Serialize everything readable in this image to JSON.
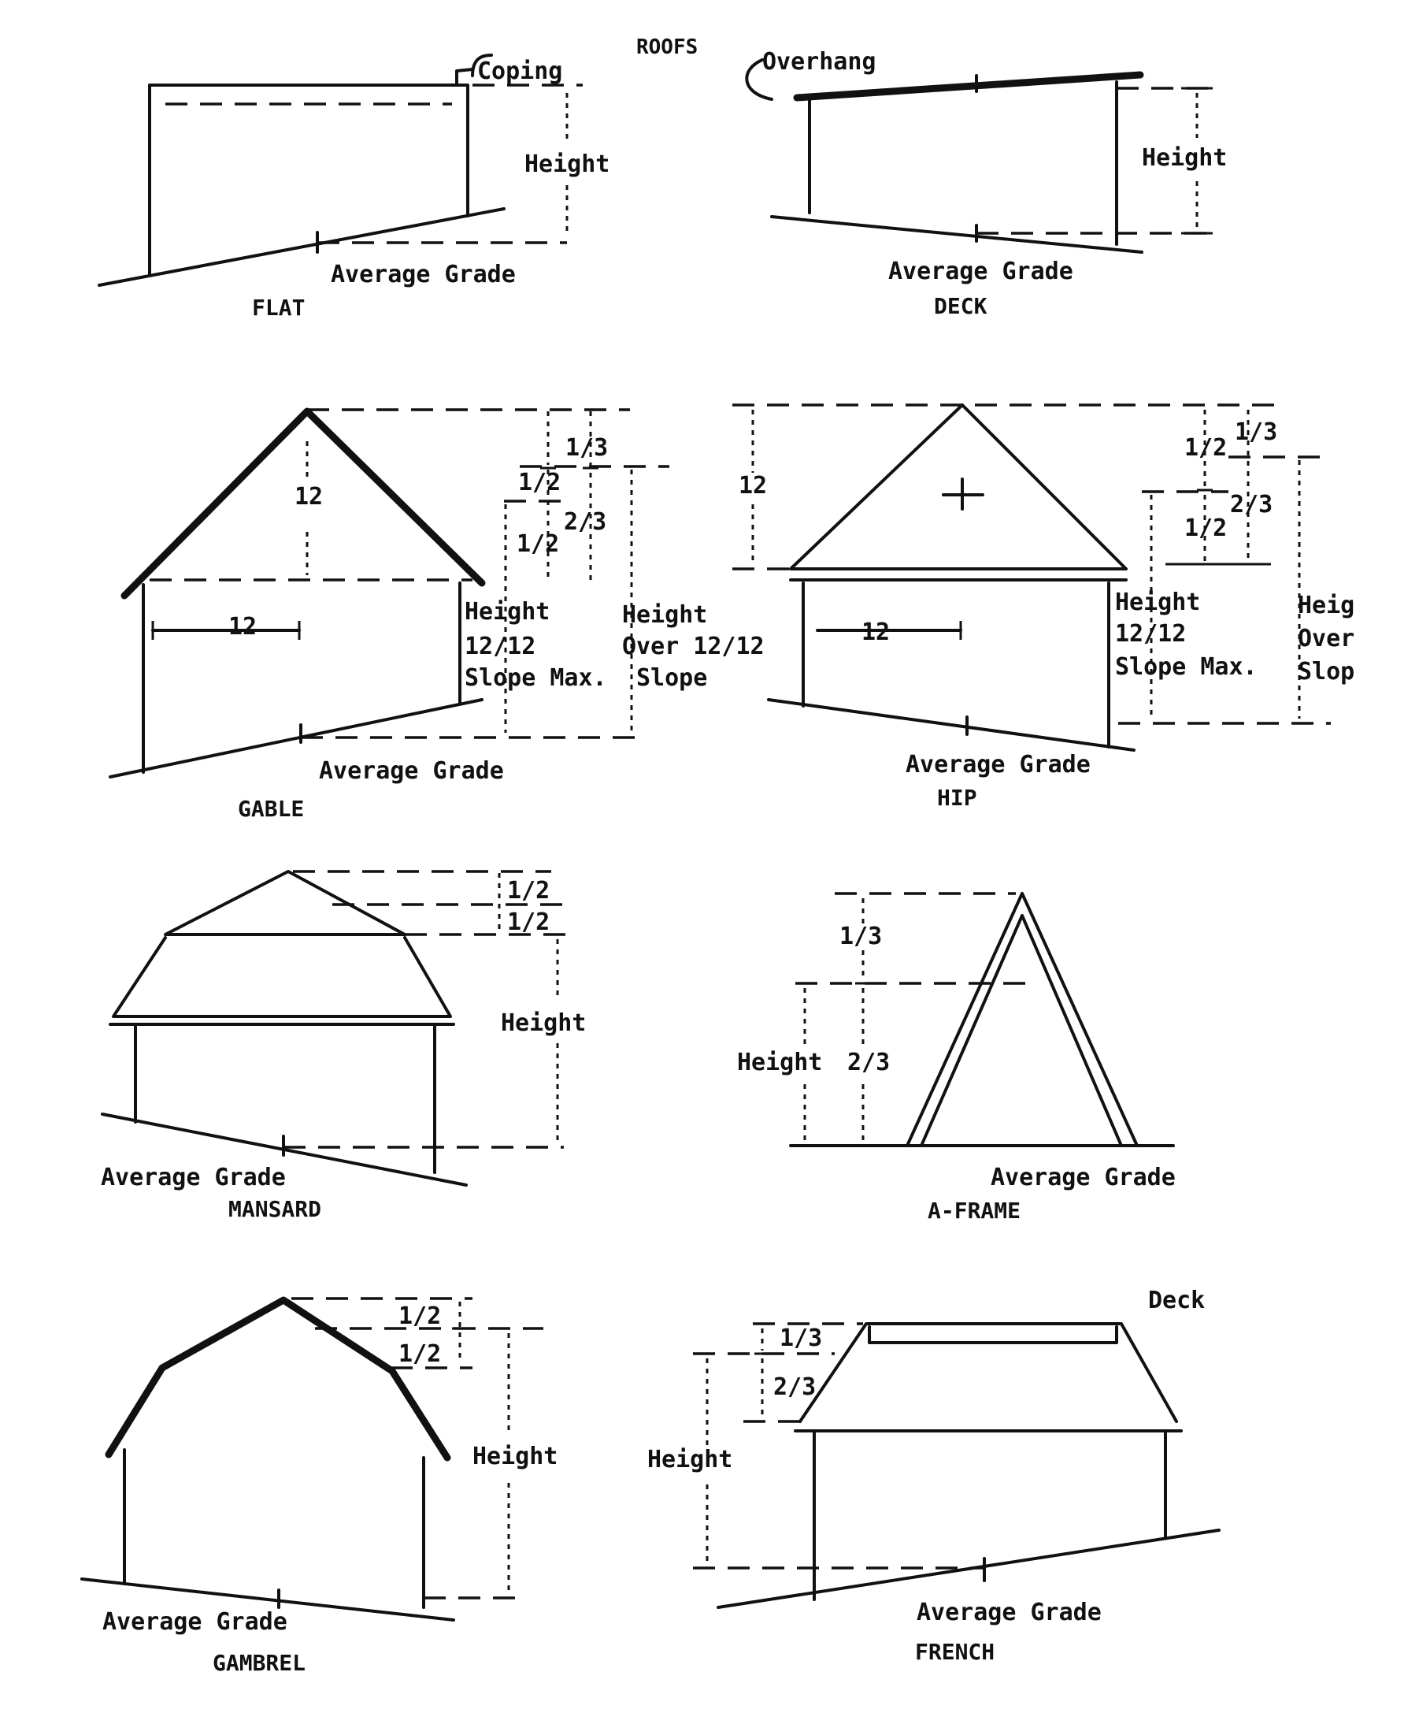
{
  "title": "ROOFS",
  "panels": {
    "flat": {
      "caption": "FLAT",
      "coping": "Coping",
      "height": "Height",
      "grade": "Average Grade"
    },
    "deck": {
      "caption": "DECK",
      "overhang": "Overhang",
      "height": "Height",
      "grade": "Average Grade"
    },
    "gable": {
      "caption": "GABLE",
      "rise": "12",
      "run": "12",
      "third": "1/3",
      "half_a": "1/2",
      "two_thirds": "2/3",
      "half_b": "1/2",
      "h1": "Height",
      "h2": "12/12",
      "h3": "Slope Max.",
      "o1": "Height",
      "o2": "Over 12/12",
      "o3": "Slope",
      "grade": "Average Grade"
    },
    "hip": {
      "caption": "HIP",
      "rise": "12",
      "run": "12",
      "third": "1/3",
      "half_a": "1/2",
      "two_thirds": "2/3",
      "half_b": "1/2",
      "h1": "Height",
      "h2": "12/12",
      "h3": "Slope Max.",
      "o1": "Heig",
      "o2": "Over",
      "o3": "Slop",
      "grade": "Average Grade"
    },
    "mansard": {
      "caption": "MANSARD",
      "half_a": "1/2",
      "half_b": "1/2",
      "height": "Height",
      "grade": "Average Grade"
    },
    "aframe": {
      "caption": "A-FRAME",
      "third": "1/3",
      "height": "Height",
      "two_thirds": "2/3",
      "grade": "Average Grade"
    },
    "gambrel": {
      "caption": "GAMBREL",
      "half_a": "1/2",
      "half_b": "1/2",
      "height": "Height",
      "grade": "Average Grade"
    },
    "french": {
      "caption": "FRENCH",
      "deck": "Deck",
      "third": "1/3",
      "two_thirds": "2/3",
      "height": "Height",
      "grade": "Average Grade"
    }
  }
}
